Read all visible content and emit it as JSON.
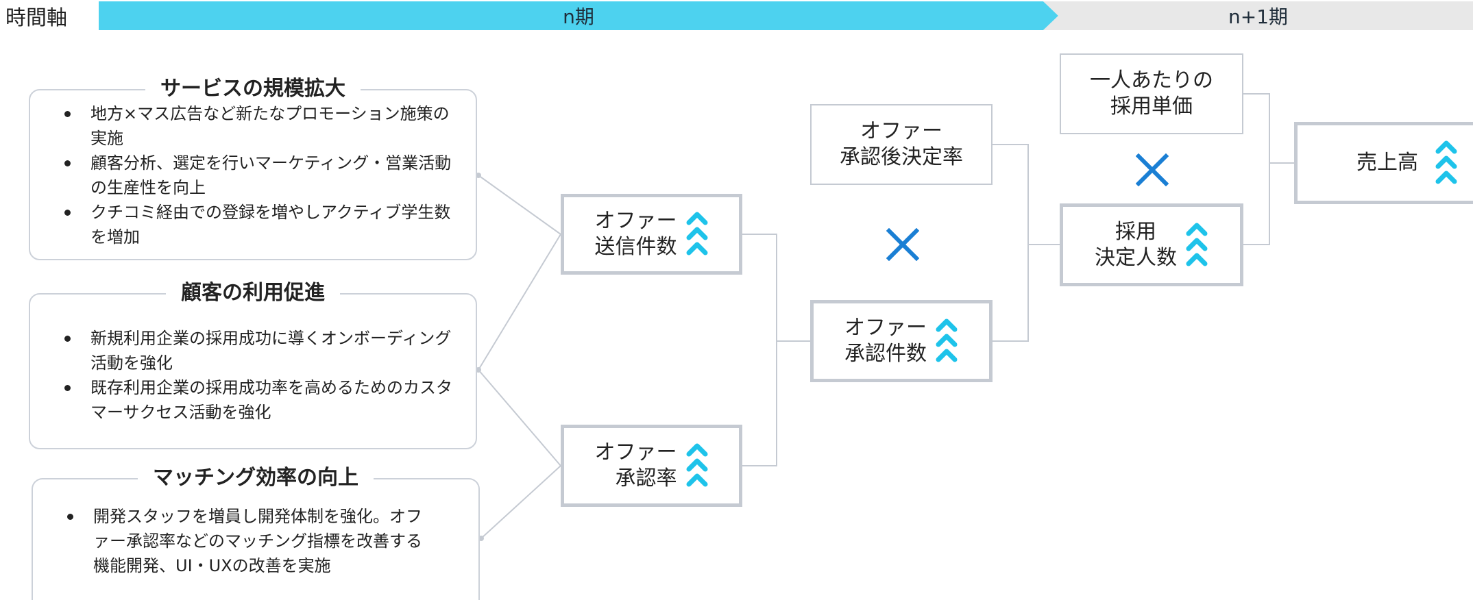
{
  "timeline": {
    "label": "時間軸",
    "period_n": "n期",
    "period_n1": "n+1期"
  },
  "initiatives": [
    {
      "title": "サービスの規模拡大",
      "bullets": [
        "地方×マス広告など新たなプロモーション施策の実施",
        "顧客分析、選定を行いマーケティング・営業活動の生産性を向上",
        "クチコミ経由での登録を増やしアクティブ学生数を増加"
      ]
    },
    {
      "title": "顧客の利用促進",
      "bullets": [
        "新規利用企業の採用成功に導くオンボーディング活動を強化",
        "既存利用企業の採用成功率を高めるためのカスタマーサクセス活動を強化"
      ]
    },
    {
      "title": "マッチング効率の向上",
      "bullets": [
        "開発スタッフを増員し開発体制を強化。オファー承認率などのマッチング指標を改善する機能開発、UI・UXの改善を実施"
      ]
    }
  ],
  "metrics": {
    "offer_sent": "オファー\n送信件数",
    "offer_accept_rate": "オファー\n承認率",
    "post_accept_decision_rate": "オファー\n承認後決定率",
    "offer_accepted": "オファー\n承認件数",
    "unit_price": "一人あたりの\n採用単価",
    "hires": "採用\n決定人数",
    "revenue": "売上高"
  },
  "colors": {
    "timeline_current": "#4dd2ef",
    "timeline_next": "#e8e8e8",
    "chevron_up": "#1ec3ea",
    "times_mark": "#1a7fd4",
    "box_border": "#c5cad2"
  },
  "icons": {
    "increase": "double-chevron-up-icon",
    "multiply": "times-icon"
  }
}
